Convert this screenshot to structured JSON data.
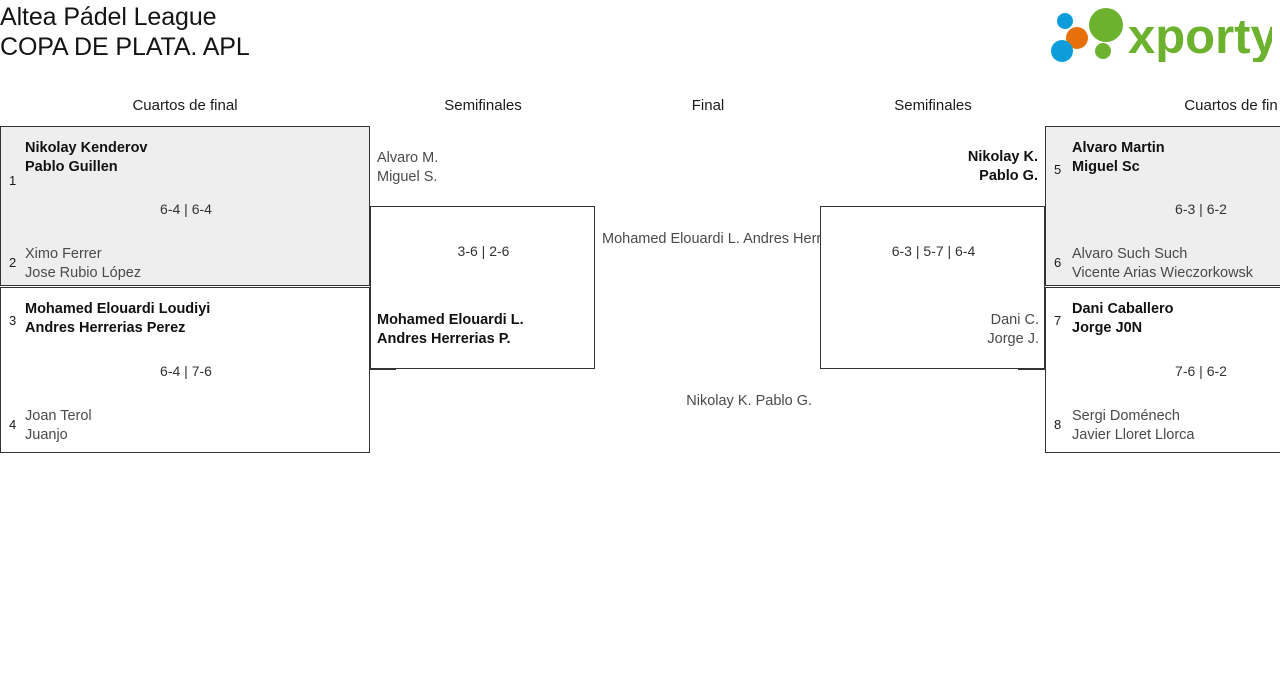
{
  "header": {
    "title_line1": "Altea Pádel League",
    "title_line2": "COPA DE PLATA. APL",
    "logo_text": "xporty",
    "logo_colors": {
      "green": "#6cb22e",
      "blue": "#0d9ddb",
      "orange": "#e8700a"
    }
  },
  "rounds": {
    "qf_left": "Cuartos de final",
    "sf_left": "Semifinales",
    "final": "Final",
    "sf_right": "Semifinales",
    "qf_right": "Cuartos de fin"
  },
  "bracket": {
    "qf_left": [
      {
        "shaded": true,
        "score": "6-4 | 6-4",
        "top": {
          "seed": "1",
          "player1": "Nikolay Kenderov",
          "player2": "Pablo Guillen",
          "result": "winner"
        },
        "bottom": {
          "seed": "2",
          "player1": "Ximo Ferrer",
          "player2": "Jose Rubio López",
          "result": "loser"
        }
      },
      {
        "shaded": false,
        "score": "6-4 | 7-6",
        "top": {
          "seed": "3",
          "player1": "Mohamed Elouardi Loudiyi",
          "player2": "Andres Herrerias Perez",
          "result": "winner"
        },
        "bottom": {
          "seed": "4",
          "player1": "Joan Terol",
          "player2": "Juanjo",
          "result": "loser"
        }
      }
    ],
    "sf_left": {
      "score": "3-6 | 2-6",
      "top": {
        "player1": "Alvaro M.",
        "player2": "Miguel S.",
        "result": "loser"
      },
      "bottom": {
        "player1": "Mohamed Elouardi L.",
        "player2": "Andres Herrerias P.",
        "result": "winner"
      }
    },
    "final": {
      "top": {
        "player1": "Mohamed Elouardi L.",
        "player2": "Andres Herrerias P.",
        "result": "loser"
      },
      "bottom": {
        "player1": "Nikolay K.",
        "player2": "Pablo G.",
        "result": "loser"
      }
    },
    "sf_right": {
      "score": "6-3 | 5-7 | 6-4",
      "top": {
        "player1": "Nikolay K.",
        "player2": "Pablo G.",
        "result": "winner"
      },
      "bottom": {
        "player1": "Dani C.",
        "player2": "Jorge J.",
        "result": "loser"
      }
    },
    "qf_right": [
      {
        "shaded": true,
        "score": "6-3 | 6-2",
        "top": {
          "seed": "5",
          "player1": "Alvaro Martin",
          "player2": "Miguel Sc",
          "result": "winner"
        },
        "bottom": {
          "seed": "6",
          "player1": "Alvaro Such Such",
          "player2": "Vicente Arias Wieczorkowsk",
          "result": "loser"
        }
      },
      {
        "shaded": false,
        "score": "7-6 | 6-2",
        "top": {
          "seed": "7",
          "player1": "Dani Caballero",
          "player2": "Jorge J0N",
          "result": "winner"
        },
        "bottom": {
          "seed": "8",
          "player1": "Sergi Doménech",
          "player2": "Javier Lloret Llorca",
          "result": "loser"
        }
      }
    ]
  }
}
